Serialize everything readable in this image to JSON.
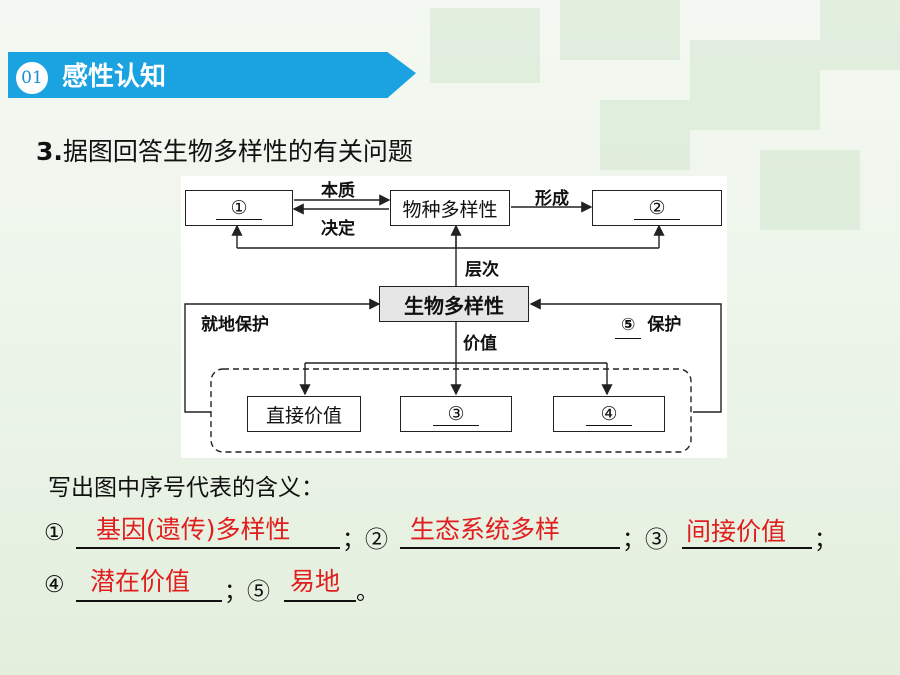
{
  "header": {
    "badge": "01",
    "title": "感性认知"
  },
  "question": {
    "number": "3.",
    "text": "据图回答生物多样性的有关问题"
  },
  "diagram": {
    "box1": "①",
    "species": "物种多样性",
    "box2": "②",
    "center": "生物多样性",
    "direct_value": "直接价值",
    "box3": "③",
    "box4": "④",
    "label_essence": "本质",
    "label_decide": "决定",
    "label_form": "形成",
    "label_level": "层次",
    "label_value": "价值",
    "label_insitu": "就地保护",
    "label_ex_num": "⑤",
    "label_ex_text": "保护"
  },
  "prompt": "写出图中序号代表的含义：",
  "answers": {
    "n1": "①",
    "a1": "基因(遗传)多样性",
    "n2": "；②",
    "a2": "生态系统多样",
    "n3": "；③",
    "a3": "间接价值",
    "end3": "；",
    "n4": "④",
    "a4": "潜在价值",
    "n5": "；⑤",
    "a5": "易地",
    "end5": "。"
  },
  "colors": {
    "banner": "#1aa3e0",
    "answer": "#e01e1e"
  }
}
